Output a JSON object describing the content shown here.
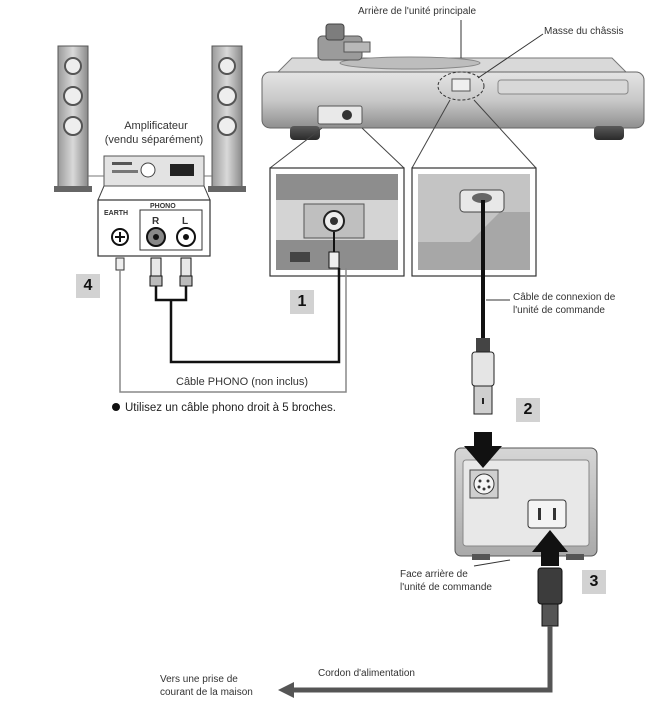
{
  "labels": {
    "main_unit_rear": "Arrière de l'unité principale",
    "chassis_ground": "Masse du châssis",
    "amplifier_line1": "Amplificateur",
    "amplifier_line2": "(vendu séparément)",
    "earth": "EARTH",
    "phono": "PHONO",
    "r": "R",
    "l": "L",
    "control_cable_line1": "Câble de connexion de",
    "control_cable_line2": "l'unité de commande",
    "phono_cable": "Câble PHONO (non inclus)",
    "phono_note": "Utilisez un câble phono droit à 5 broches.",
    "control_rear_line1": "Face arrière de",
    "control_rear_line2": "l'unité de commande",
    "power_cord": "Cordon d'alimentation",
    "outlet_line1": "Vers une prise de",
    "outlet_line2": "courant de la maison"
  },
  "steps": [
    "1",
    "2",
    "3",
    "4"
  ]
}
